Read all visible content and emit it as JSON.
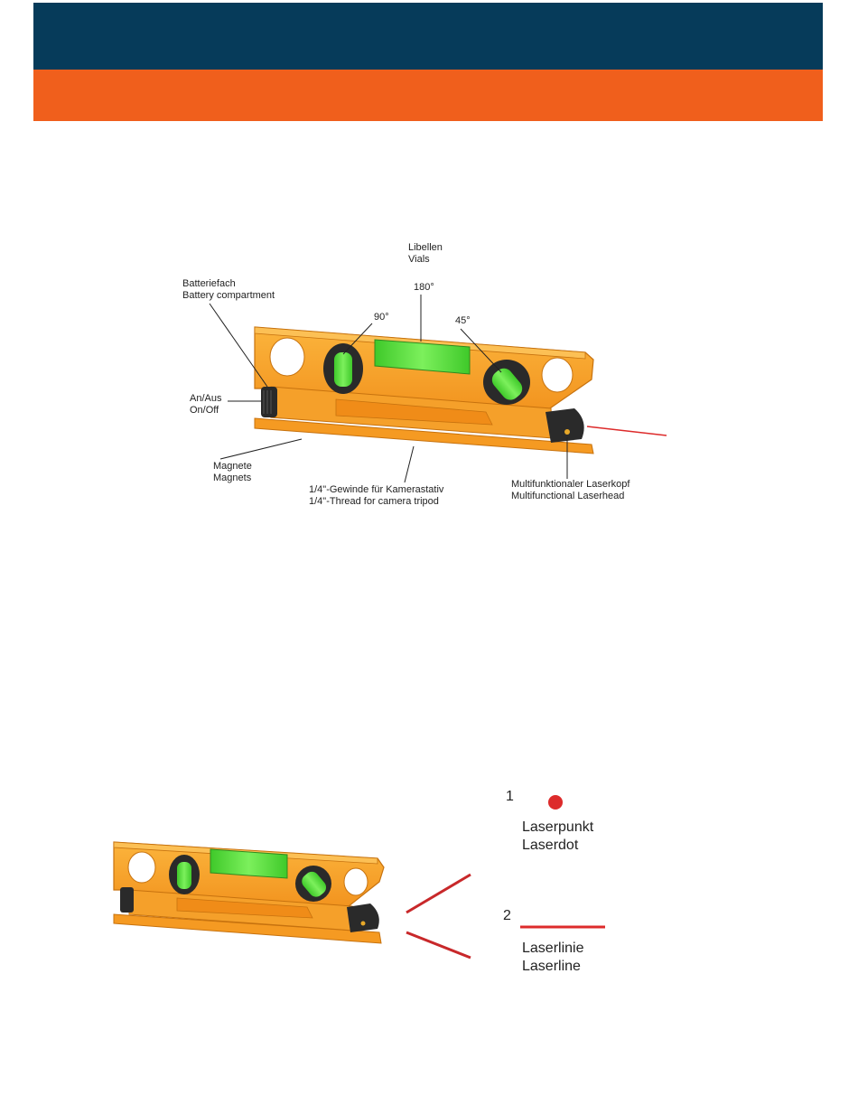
{
  "header": {
    "navy_color": "#063b5a",
    "orange_color": "#f05f1c"
  },
  "top_diagram": {
    "labels": {
      "vials_de": "Libellen",
      "vials_en": "Vials",
      "battery_de": "Batteriefach",
      "battery_en": "Battery compartment",
      "angle_180": "180°",
      "angle_90": "90°",
      "angle_45": "45°",
      "onoff_de": "An/Aus",
      "onoff_en": "On/Off",
      "magnets_de": "Magnete",
      "magnets_en": "Magnets",
      "thread_de": "1/4\"-Gewinde für Kamerastativ",
      "thread_en": "1/4\"-Thread for camera tripod",
      "laserhead_de": "Multifunktionaler Laserkopf",
      "laserhead_en": "Multifunctional Laserhead"
    }
  },
  "bottom_diagram": {
    "mode1": {
      "number": "1",
      "label_de": "Laserpunkt",
      "label_en": "Laserdot"
    },
    "mode2": {
      "number": "2",
      "label_de": "Laserlinie",
      "label_en": "Laserline"
    }
  },
  "colors": {
    "body_orange": "#f7a229",
    "vial_green": "#5ae03c",
    "laser_red": "#dd2b2b",
    "rubber_black": "#2a2a2a"
  }
}
